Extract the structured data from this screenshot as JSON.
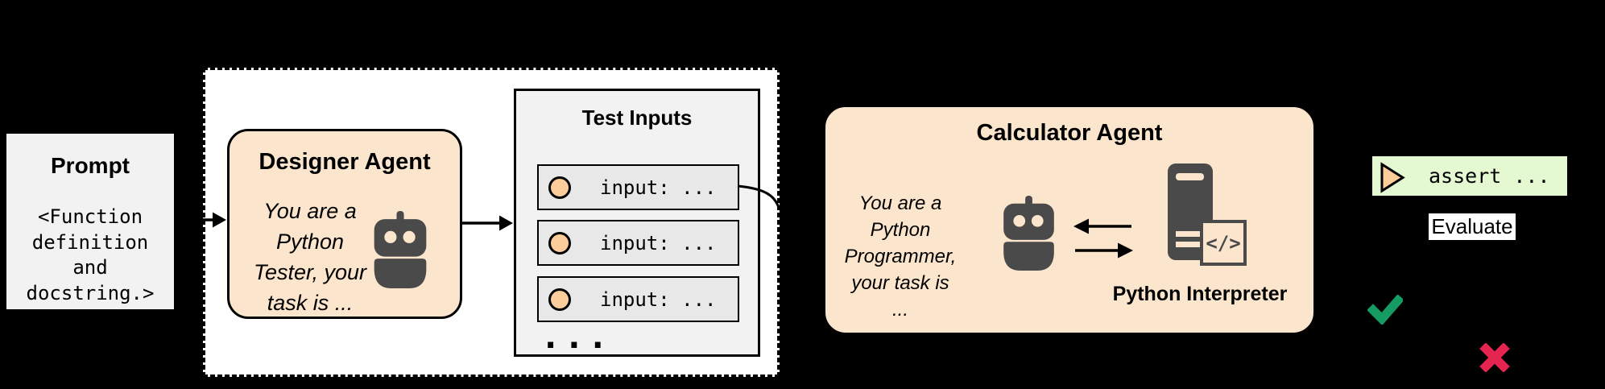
{
  "diagram": {
    "prompt_box": {
      "title": "Prompt",
      "lines": [
        "<Function",
        "definition",
        "and",
        "docstring.>"
      ]
    },
    "designer_agent": {
      "title": "Designer Agent",
      "system_prompt_lines": [
        "You are a",
        "Python",
        "Tester, your",
        "task is ..."
      ]
    },
    "test_inputs": {
      "title": "Test Inputs",
      "rows": [
        "input: ...",
        "input: ...",
        "input: ..."
      ],
      "ellipsis": "..."
    },
    "calculator_agent": {
      "title": "Calculator Agent",
      "system_prompt_lines": [
        "You are a",
        "Python",
        "Programmer,",
        "your task is",
        "..."
      ],
      "interpreter_label": "Python Interpreter",
      "code_icon_label": "</>"
    },
    "evaluation": {
      "assert_label": "assert ...",
      "evaluate_label": "Evaluate"
    },
    "icons": {
      "robot": "robot-icon",
      "server": "python-interpreter-server-icon",
      "code": "code-icon </>",
      "play": "play-triangle-icon",
      "check": "check-icon ✔",
      "cross": "cross-icon ✖",
      "bullet": "orange-circle-bullet"
    },
    "colors": {
      "background": "#000000",
      "pipeline_fill": "#ffffff",
      "panel_gray": "#f2f2f2",
      "row_gray": "#e8e8e8",
      "agent_peach": "#fce5cd",
      "accent_orange": "#fbcd9b",
      "assert_green": "#e4f9d2",
      "check_green": "#169b62",
      "cross_red": "#e5254f",
      "icon_gray": "#4a4a4a",
      "line_black": "#000000"
    }
  }
}
